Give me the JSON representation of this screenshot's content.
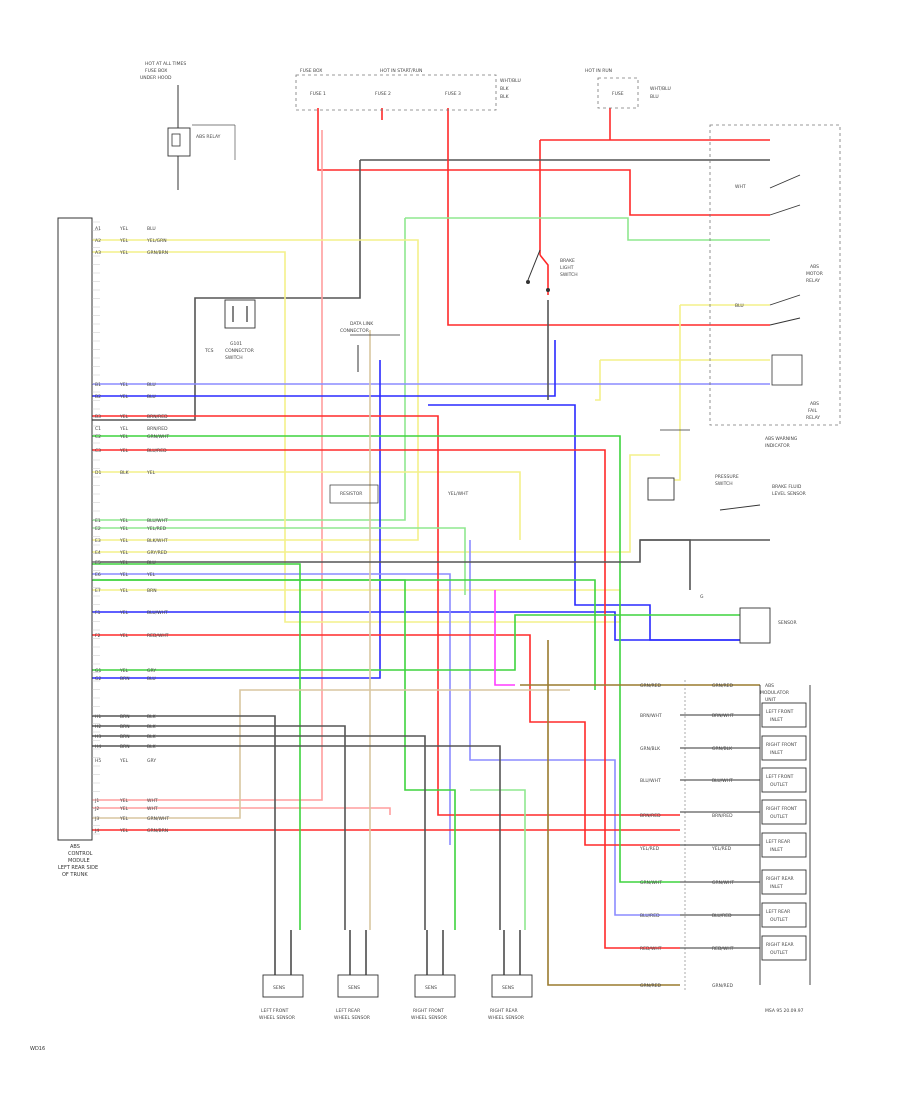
{
  "colors": {
    "red": "#ff2a2a",
    "pink": "#ff9e9e",
    "yellow": "#f3f08a",
    "green": "#3ed43e",
    "lightgreen": "#8fe88f",
    "blue": "#2a2aff",
    "lightblue": "#8c8cff",
    "gray": "#555555",
    "brown": "#9a7b2f",
    "tan": "#d9c6a0",
    "magenta": "#ff3cff",
    "orange": "#ff8a4a",
    "black": "#111111"
  },
  "labels": {
    "page_ref": "WD16",
    "doc_ref": "MSA 95 20.09.97",
    "ecu": [
      "ABS",
      "CONTROL",
      "MODULE",
      "LEFT REAR SIDE",
      "OF TRUNK"
    ],
    "top_fuse_left": [
      "HOT AT ALL TIMES",
      "FUSE BOX",
      "UNDER HOOD"
    ],
    "top_fuse_right": [
      "HOT IN RUN",
      "FUSE"
    ],
    "fuse_box_hdr": "FUSE BOX",
    "fuse1": "FUSE 1",
    "fuse2": "FUSE 2",
    "fuse3": "FUSE 3",
    "hot_run": "HOT IN START/RUN",
    "relay_box": "ABS RELAY",
    "brake_switch": [
      "BRAKE",
      "LIGHT",
      "SWITCH"
    ],
    "ground": "G101",
    "tcs_connector": [
      "TCS",
      "CONNECTOR",
      "SWITCH"
    ],
    "data_link": [
      "DATA LINK",
      "CONNECTOR"
    ],
    "abs_relay1": [
      "ABS",
      "MOTOR",
      "RELAY"
    ],
    "abs_relay2": [
      "ABS",
      "FAIL",
      "RELAY"
    ],
    "warn_indicator": [
      "ABS WARNING",
      "INDICATOR"
    ],
    "pressure_switch": [
      "PRESSURE",
      "SWITCH"
    ],
    "brake_fluid": [
      "BRAKE FLUID",
      "LEVEL SENSOR"
    ],
    "g_sensor": [
      "G",
      "SENSOR"
    ],
    "resistor": "RESISTOR",
    "wire_stop": "YEL/WHT",
    "sensors": [
      {
        "line1": "LEFT FRONT",
        "line2": "WHEEL SENSOR"
      },
      {
        "line1": "LEFT REAR",
        "line2": "WHEEL SENSOR"
      },
      {
        "line1": "RIGHT FRONT",
        "line2": "WHEEL SENSOR"
      },
      {
        "line1": "RIGHT REAR",
        "line2": "WHEEL SENSOR"
      }
    ],
    "sensor_box": "SENS",
    "solenoids": [
      {
        "line1": "LEFT FRONT",
        "line2": "INLET"
      },
      {
        "line1": "RIGHT FRONT",
        "line2": "INLET"
      },
      {
        "line1": "LEFT FRONT",
        "line2": "OUTLET"
      },
      {
        "line1": "RIGHT FRONT",
        "line2": "OUTLET"
      },
      {
        "line1": "LEFT REAR",
        "line2": "INLET"
      },
      {
        "line1": "RIGHT REAR",
        "line2": "INLET"
      },
      {
        "line1": "LEFT REAR",
        "line2": "OUTLET"
      },
      {
        "line1": "RIGHT REAR",
        "line2": "OUTLET"
      }
    ],
    "mod_unit": [
      "ABS",
      "MODULATOR",
      "UNIT"
    ],
    "valve_wires": [
      "GRN/RED",
      "BRN/WHT",
      "GRN/BLK",
      "BLU/WHT",
      "BRN/RED",
      "YEL/RED",
      "GRN/WHT",
      "BLU/RED",
      "RED/WHT",
      "GRN/RED"
    ],
    "top_wires": [
      "WHT/BLU",
      "BLK",
      "BLK",
      "WHT/BLU",
      "BLU"
    ],
    "relay_wires": [
      "WHT",
      "BLU"
    ]
  },
  "pins": [
    {
      "n": "A1",
      "code": "YEL",
      "wire": "BLU"
    },
    {
      "n": "A2",
      "code": "YEL",
      "wire": "YEL/GRN"
    },
    {
      "n": "A3",
      "code": "YEL",
      "wire": "GRN/BRN"
    },
    {
      "n": "B1",
      "code": "YEL",
      "wire": "BLU"
    },
    {
      "n": "B2",
      "code": "YEL",
      "wire": "BLU"
    },
    {
      "n": "B3",
      "code": "YEL",
      "wire": "BRN/RED"
    },
    {
      "n": "C1",
      "code": "YEL",
      "wire": "BRN/RED"
    },
    {
      "n": "C2",
      "code": "YEL",
      "wire": "GRN/WHT"
    },
    {
      "n": "C3",
      "code": "YEL",
      "wire": "BLU/RED"
    },
    {
      "n": "D1",
      "code": "BLK",
      "wire": "YEL"
    },
    {
      "n": "E1",
      "code": "YEL",
      "wire": "BLU/WHT"
    },
    {
      "n": "E2",
      "code": "YEL",
      "wire": "YEL/RED"
    },
    {
      "n": "E3",
      "code": "YEL",
      "wire": "BLK/WHT"
    },
    {
      "n": "E4",
      "code": "YEL",
      "wire": "GRY/RED"
    },
    {
      "n": "E5",
      "code": "YEL",
      "wire": "BLU"
    },
    {
      "n": "E6",
      "code": "YEL",
      "wire": "YEL"
    },
    {
      "n": "E7",
      "code": "YEL",
      "wire": "BRN"
    },
    {
      "n": "F1",
      "code": "YEL",
      "wire": "BLU/WHT"
    },
    {
      "n": "F2",
      "code": "YEL",
      "wire": "RED/WHT"
    },
    {
      "n": "G1",
      "code": "YEL",
      "wire": "GRY"
    },
    {
      "n": "G2",
      "code": "BRN",
      "wire": "BLU"
    },
    {
      "n": "H1",
      "code": "BRN",
      "wire": "BLK"
    },
    {
      "n": "H2",
      "code": "BRN",
      "wire": "BLK"
    },
    {
      "n": "H3",
      "code": "BRN",
      "wire": "BLK"
    },
    {
      "n": "H4",
      "code": "BRN",
      "wire": "BLK"
    },
    {
      "n": "H5",
      "code": "YEL",
      "wire": "GRY"
    },
    {
      "n": "J1",
      "code": "YEL",
      "wire": "WHT"
    },
    {
      "n": "J2",
      "code": "YEL",
      "wire": "WHT"
    },
    {
      "n": "J3",
      "code": "YEL",
      "wire": "GRN/WHT"
    },
    {
      "n": "J4",
      "code": "YEL",
      "wire": "GRN/BRN"
    }
  ]
}
